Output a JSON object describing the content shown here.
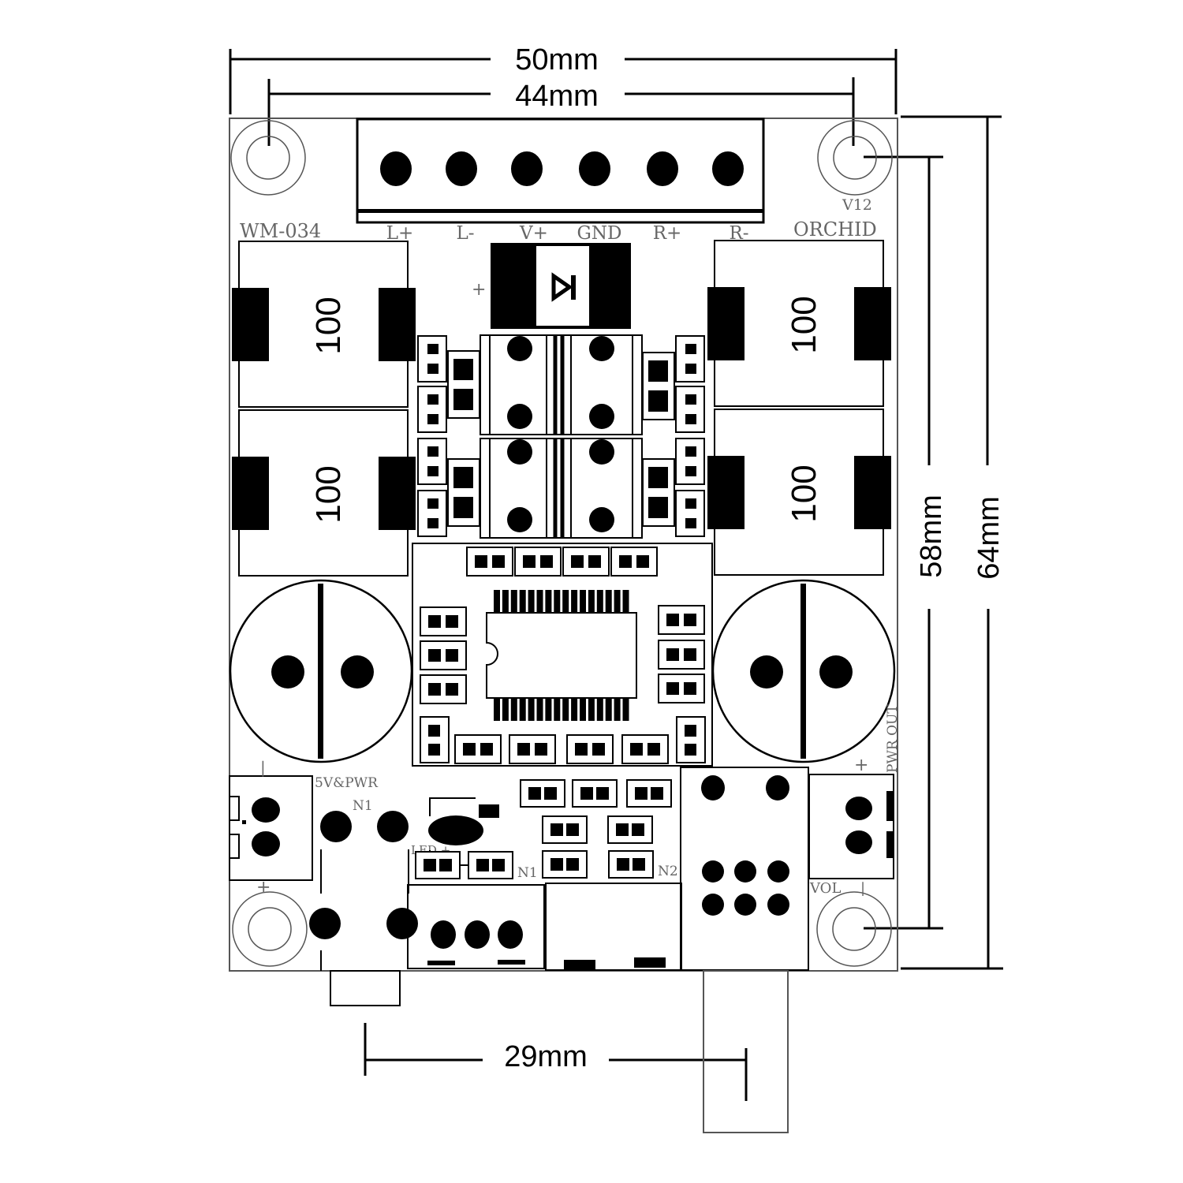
{
  "diagram": {
    "title": "WM-034 PCB dimension drawing",
    "dimensions": {
      "board_width": "50mm",
      "hole_spacing_x": "44mm",
      "hole_spacing_y": "58mm",
      "board_height": "64mm",
      "shaft_offset": "29mm"
    },
    "silkscreen": {
      "model": "WM-034",
      "brand": "ORCHID",
      "version": "V12",
      "terminal_pins": [
        "L+",
        "L-",
        "V+",
        "GND",
        "R+",
        "R-"
      ],
      "power_in": "5V&PWR",
      "pwr_out": "PWR OUT",
      "vol": "VOL",
      "led": "LED +",
      "n1_a": "N1",
      "n1_b": "N1",
      "n2": "N2",
      "plus": "+",
      "minus": "-",
      "tick": "|"
    },
    "inductor_value": "100",
    "components": {
      "inductors": 4,
      "terminal_block_pins": 6,
      "electrolytic_caps": 2,
      "mounting_holes": 4,
      "ic": "SSOP amplifier IC",
      "diode": "reverse-polarity diode",
      "potentiometer": "volume pot with shaft"
    },
    "colors": {
      "ink": "#000000",
      "silkscreen": "#666666",
      "background": "#ffffff"
    }
  }
}
